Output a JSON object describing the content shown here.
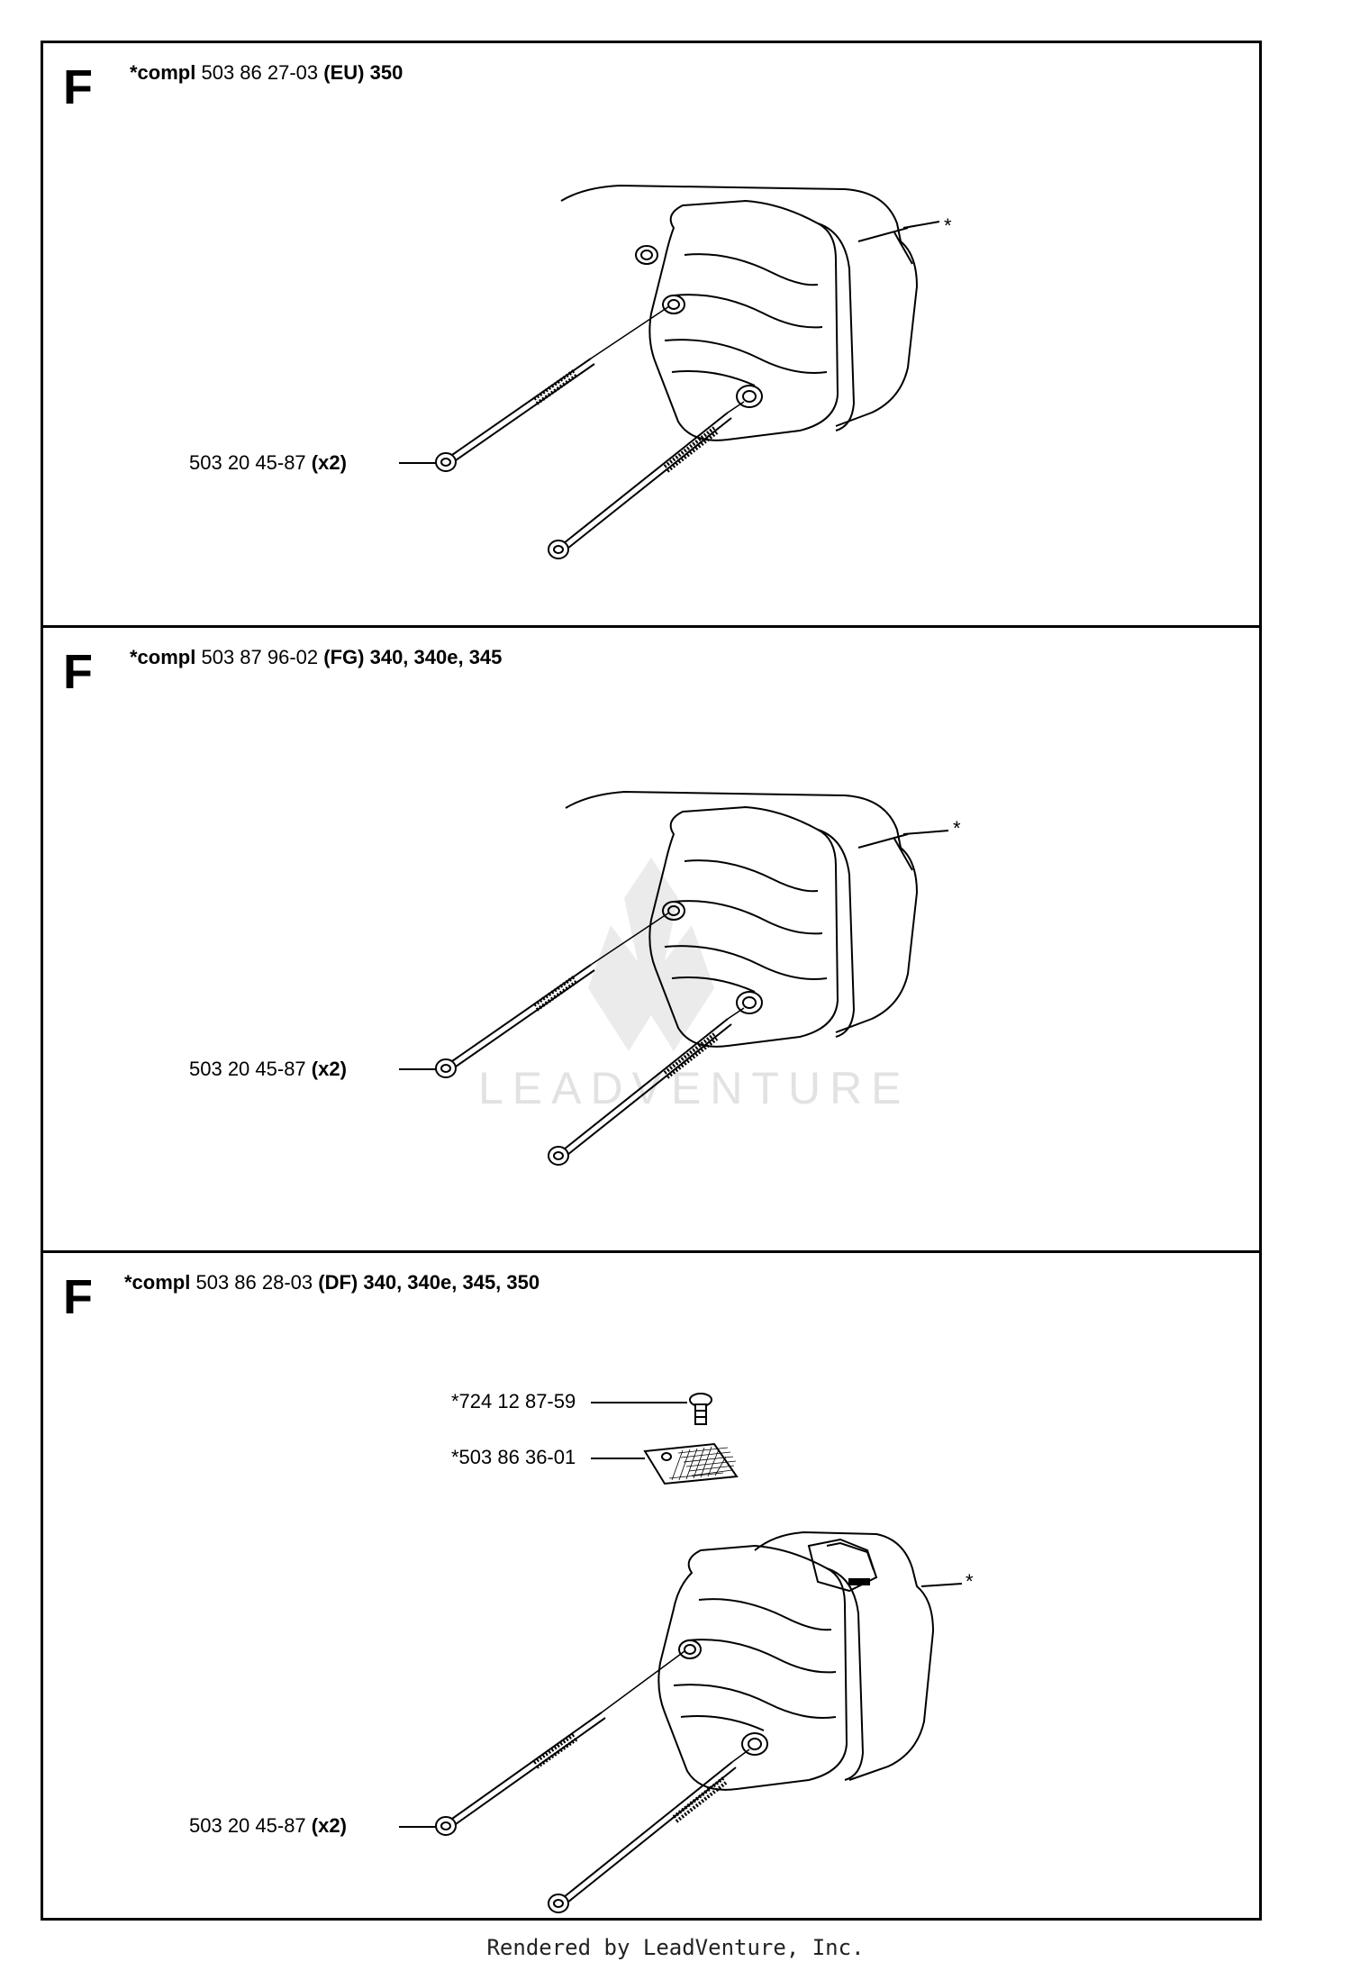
{
  "sections": [
    {
      "letter": "F",
      "heading": {
        "prefix": "*compl",
        "part": "503 86 27-03",
        "variant": "(EU) 350"
      },
      "callouts": [
        {
          "part": "503 20 45-87",
          "qty": "(x2)"
        }
      ],
      "asterisk": "*"
    },
    {
      "letter": "F",
      "heading": {
        "prefix": "*compl",
        "part": "503 87 96-02",
        "variant": "(FG) 340, 340e, 345"
      },
      "callouts": [
        {
          "part": "503 20 45-87",
          "qty": "(x2)"
        }
      ],
      "asterisk": "*"
    },
    {
      "letter": "F",
      "heading": {
        "prefix": "*compl",
        "part": "503 86 28-03",
        "variant": "(DF) 340, 340e, 345, 350"
      },
      "callouts": [
        {
          "part": "*724 12 87-59",
          "qty": ""
        },
        {
          "part": "*503 86 36-01",
          "qty": ""
        },
        {
          "part": "503 20 45-87",
          "qty": "(x2)"
        }
      ],
      "asterisk": "*"
    }
  ],
  "watermark": "LEADVENTURE",
  "footer": "Rendered by LeadVenture, Inc."
}
